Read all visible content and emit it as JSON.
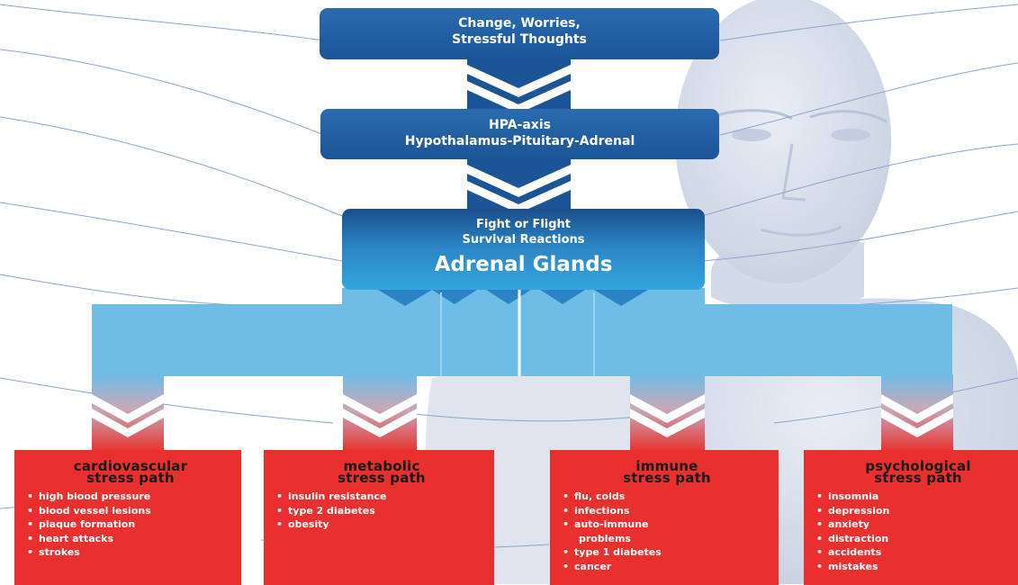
{
  "top_box": {
    "line1": "Change, Worries,",
    "line2": "Stressful Thoughts"
  },
  "hpa_box": {
    "line1": "HPA-axis",
    "line2": "Hypothalamus-Pituitary-Adrenal"
  },
  "fight_box": {
    "line1": "Fight or Flight",
    "line2": "Survival Reactions",
    "big": "Adrenal Glands"
  },
  "paths": [
    {
      "title1": "cardiovascular",
      "title2": "stress path",
      "items": [
        "high blood pressure",
        "blood vessel lesions",
        "plaque formation",
        "heart attacks",
        "strokes"
      ]
    },
    {
      "title1": "metabolic",
      "title2": "stress path",
      "items": [
        "insulin resistance",
        "type 2 diabetes",
        "obesity"
      ]
    },
    {
      "title1": "immune",
      "title2": "stress path",
      "items": [
        "flu, colds",
        "infections",
        "auto-immune",
        "problems",
        "type 1 diabetes",
        "cancer"
      ]
    },
    {
      "title1": "psychological",
      "title2": "stress path",
      "items": [
        "insomnia",
        "depression",
        "anxiety",
        "distraction",
        "accidents",
        "mistakes"
      ]
    }
  ],
  "colors": {
    "dark_blue": "#1b5596",
    "light_blue": "#6ebde6",
    "red": "#e8312f",
    "title_text": "#1a1a1a"
  }
}
